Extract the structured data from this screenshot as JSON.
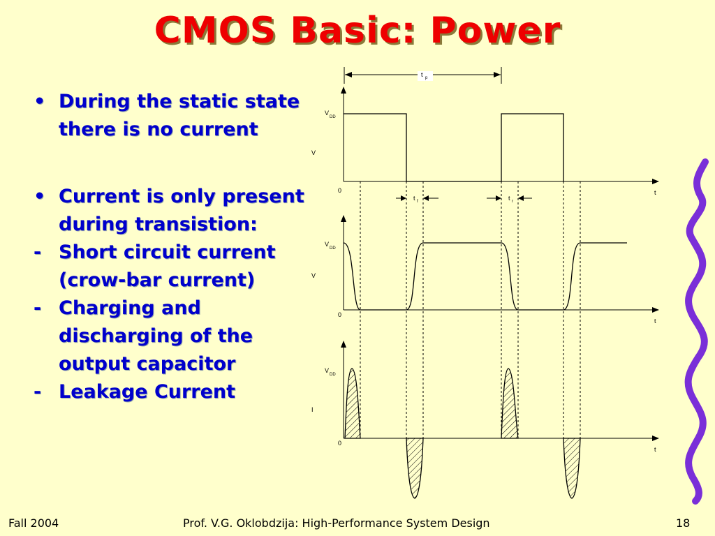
{
  "slide": {
    "title": "CMOS Basic: Power"
  },
  "bullets": [
    {
      "mark": "•",
      "text": "During the static state there is no current"
    },
    {
      "mark": "•",
      "text": "Current is only present during transistion:"
    },
    {
      "mark": "-",
      "text": "Short circuit current (crow-bar current)"
    },
    {
      "mark": "-",
      "text": "Charging and discharging of the output capacitor"
    },
    {
      "mark": "-",
      "text": "Leakage Current"
    }
  ],
  "diagram": {
    "period_label": "t",
    "period_sub": "p",
    "fall_label": "t",
    "fall_sub": "f",
    "rise_label": "t",
    "rise_sub": "r",
    "panels": [
      {
        "y_label": "V",
        "level_label": "V",
        "level_sub": "DD",
        "zero": "0",
        "x_label": "t"
      },
      {
        "y_label": "V",
        "level_label": "V",
        "level_sub": "DD",
        "zero": "0",
        "x_label": "t"
      },
      {
        "y_label": "I",
        "level_label": "V",
        "level_sub": "DD",
        "zero": "0",
        "x_label": "t"
      }
    ]
  },
  "footer": {
    "left": "Fall 2004",
    "center": "Prof. V.G. Oklobdzija: High-Performance System Design",
    "right": "18"
  },
  "colors": {
    "background": "#FFFFCC",
    "title": "#EE0000",
    "bullet_text": "#0000CC",
    "decoration": "#7A2FD8"
  }
}
